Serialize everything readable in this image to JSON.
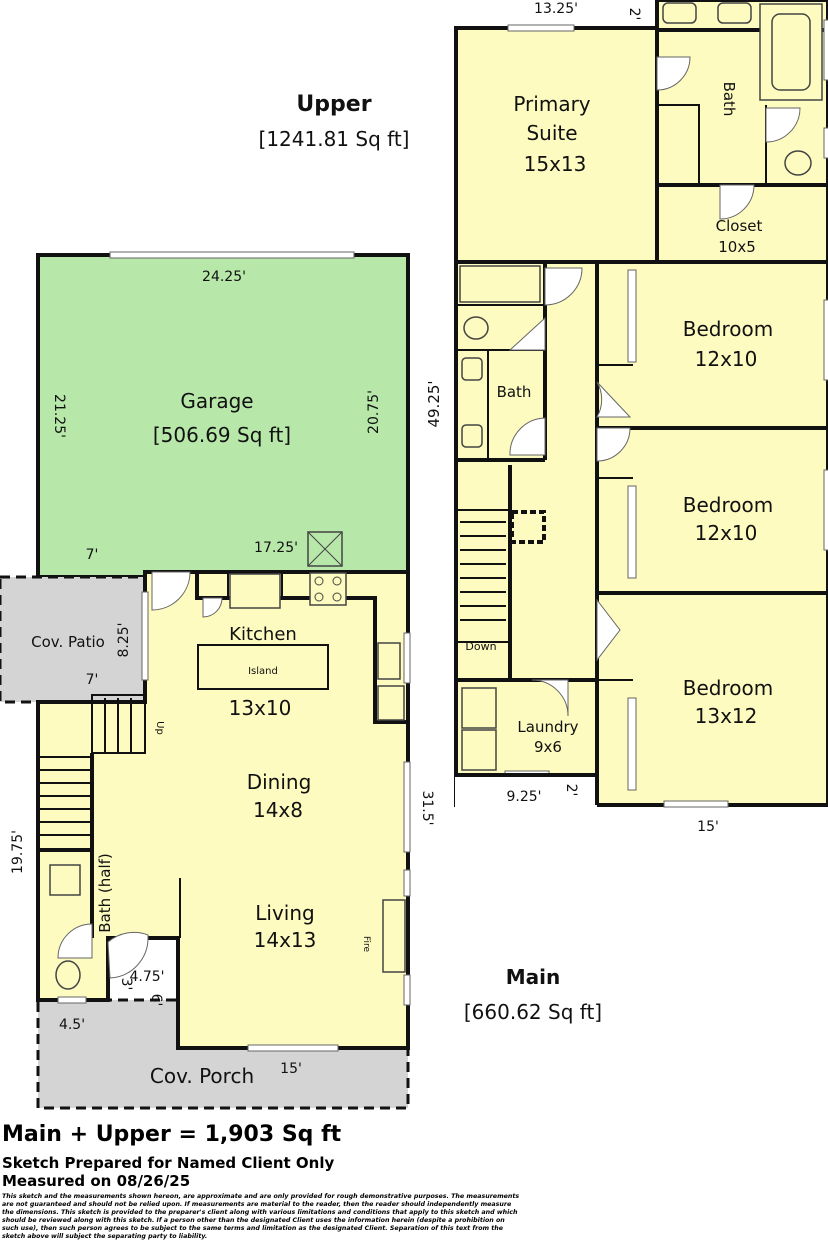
{
  "colors": {
    "room": "#FDFBBF",
    "garage": "#B7E8A9",
    "covered": "#D4D4D4",
    "wall": "#111111"
  },
  "upper": {
    "title": "Upper",
    "area": "[1241.81 Sq ft]",
    "rooms": {
      "primary_line1": "Primary",
      "primary_line2": "Suite",
      "primary_size": "15x13",
      "bath_primary": "Bath",
      "closet": "Closet",
      "closet_size": "10x5",
      "bedroom1": "Bedroom",
      "bedroom1_size": "12x10",
      "bath_hall": "Bath"
    },
    "dims": {
      "top": "13.25'",
      "top_small": "2'",
      "side": "49.25'"
    }
  },
  "main": {
    "title": "Main",
    "area": "[660.62 Sq ft]",
    "rooms": {
      "bedroom2": "Bedroom",
      "bedroom2_size": "12x10",
      "bedroom3": "Bedroom",
      "bedroom3_size": "13x12",
      "laundry": "Laundry",
      "laundry_size": "9x6",
      "stairs_down": "Down",
      "garage": "Garage",
      "garage_area": "[506.69 Sq ft]",
      "cov_patio": "Cov. Patio",
      "kitchen": "Kitchen",
      "island": "Island",
      "kitchen_size": "13x10",
      "stairs_up": "Up",
      "dining": "Dining",
      "dining_size": "14x8",
      "living": "Living",
      "living_size": "14x13",
      "fireplace": "Fire",
      "half_bath": "Bath (half)",
      "cov_porch": "Cov. Porch"
    },
    "dims": {
      "laundry_w": "9.25'",
      "laundry_small": "2'",
      "bed3_w": "15'",
      "garage_top": "24.25'",
      "garage_left": "21.25'",
      "garage_right": "20.75'",
      "garage_b1": "7'",
      "garage_b2": "17.25'",
      "patio_h": "8.25'",
      "patio_w": "7'",
      "left_h": "19.75'",
      "right_h": "31.5'",
      "hb_w": "4.5'",
      "step_w": "4.75'",
      "step_3": "3'",
      "step_6": "6'",
      "porch_w": "15'"
    }
  },
  "footer": {
    "total": "Main + Upper = 1,903 Sq ft",
    "prepared": "Sketch Prepared for Named Client Only",
    "measured": "Measured on 08/26/25",
    "disclaimer": "This sketch and the measurements shown hereon, are approximate and are only provided for rough demonstrative purposes. The measurements are not guaranteed and should not be relied upon.  If measurements are material to the reader, then the reader should independently measure the dimensions.  This sketch is provided to the preparer's client along with various limitations and conditions that apply to this sketch and which should be reviewed along with this sketch.  If a person other than the designated Client uses the information herein (despite a prohibition on such use), then such person agrees to be subject to the same terms and limitation as the designated Client.  Separation of this text from the sketch above will subject the separating party to liability."
  }
}
